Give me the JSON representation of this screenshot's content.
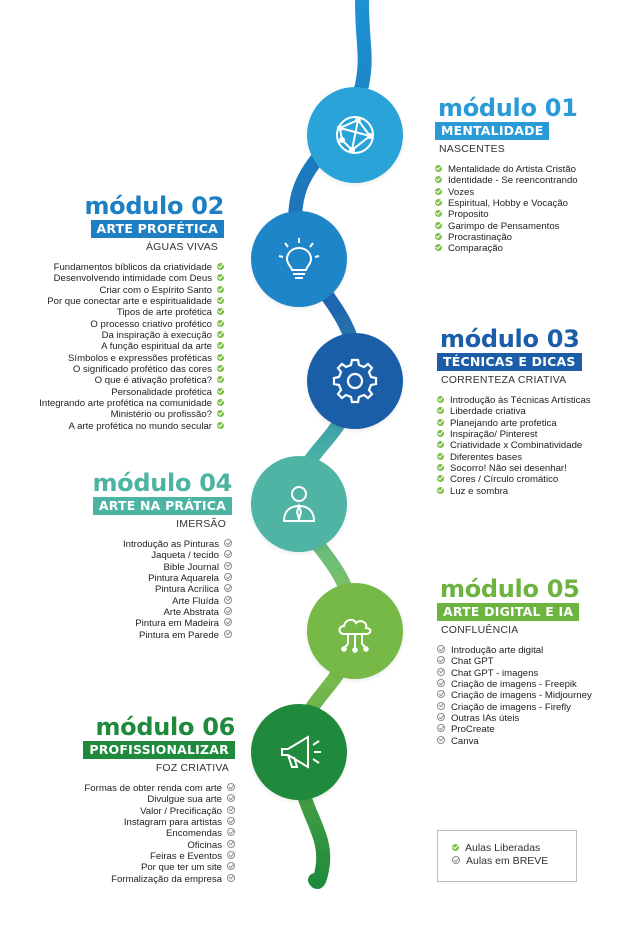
{
  "modules": [
    {
      "title": "módulo 01",
      "label": "MENTALIDADE",
      "subtitle": "NASCENTES",
      "title_color": "#2a9bd6",
      "label_bg": "#2a9bd6",
      "icon": "globe-network-icon",
      "items": [
        "Mentalidade do Artista Cristão",
        "Identidade - Se reencontrando",
        "Vozes",
        "Espiritual, Hobby e Vocação",
        "Proposito",
        "Garimpo de Pensamentos",
        "Procrastinação",
        "Comparação"
      ],
      "status": "liberada"
    },
    {
      "title": "módulo 02",
      "label": "ARTE PROFÉTICA",
      "subtitle": "ÁGUAS VIVAS",
      "title_color": "#1e7fc2",
      "label_bg": "#1e7fc2",
      "icon": "lightbulb-icon",
      "items": [
        "Fundamentos bíblicos da criatividade",
        "Desenvolvendo intimidade com Deus",
        "Criar com o Espírito Santo",
        "Por que conectar arte e espiritualidade",
        "Tipos de arte profética",
        "O processo criativo profético",
        "Da inspiração à execução",
        "A função espiritual da arte",
        "Símbolos e expressões proféticas",
        "O significado profético das cores",
        "O que é ativação profética?",
        "Personalidade profética",
        "Integrando arte profética na comunidade",
        "Ministério ou profissão?",
        "A arte profética no mundo secular"
      ],
      "status": "liberada"
    },
    {
      "title": "módulo 03",
      "label": "TÉCNICAS E DICAS",
      "subtitle": "CORRENTEZA CRIATIVA",
      "title_color": "#1b5da6",
      "label_bg": "#1b5da6",
      "icon": "gear-icon",
      "items": [
        "Introdução às Técnicas Artísticas",
        "Liberdade criativa",
        "Planejando arte profetica",
        "Inspiração/ Pinterest",
        "Criatividade x Combinatividade",
        "Diferentes bases",
        "Socorro! Não sei desenhar!",
        "Cores / Círculo cromático",
        "Luz e sombra"
      ],
      "status": "liberada"
    },
    {
      "title": "módulo 04",
      "label": "ARTE NA PRÁTICA",
      "subtitle": "IMERSÃO",
      "title_color": "#4db3a2",
      "label_bg": "#4db3a2",
      "icon": "person-tie-icon",
      "items": [
        "Introdução as Pinturas",
        "Jaqueta / tecido",
        "Bible Journal",
        "Pintura Aquarela",
        "Pintura Acrílica",
        "Arte Fluída",
        "Arte Abstrata",
        "Pintura em Madeira",
        "Pintura em Parede"
      ],
      "status": "breve"
    },
    {
      "title": "módulo 05",
      "label": "ARTE DIGITAL E IA",
      "subtitle": "CONFLUÊNCIA",
      "title_color": "#6db33f",
      "label_bg": "#6db33f",
      "icon": "cloud-network-icon",
      "items": [
        "Introdução arte digital",
        "Chat GPT",
        "Chat GPT - imagens",
        "Criação de imagens - Freepik",
        "Criação de imagens - Midjourney",
        "Criação de imagens - Firefly",
        "Outras IAs úteis",
        "ProCreate",
        "Canva"
      ],
      "status": "breve"
    },
    {
      "title": "módulo 06",
      "label": "PROFISSIONALIZAR",
      "subtitle": "FOZ CRIATIVA",
      "title_color": "#1f8a3c",
      "label_bg": "#1f8a3c",
      "icon": "megaphone-icon",
      "items": [
        "Formas de obter renda com arte",
        "Divulgue sua arte",
        "Valor / Precificação",
        "Instagram para artistas",
        "Encomendas",
        "Oficinas",
        "Feiras e Eventos",
        "Por que ter um site",
        "Formalização da empresa"
      ],
      "status": "breve"
    }
  ],
  "legend": {
    "liberadas": "Aulas Liberadas",
    "breve": "Aulas em BREVE"
  },
  "colors": {
    "check_green": "#7ac043",
    "check_gray": "#8e8e8e"
  }
}
